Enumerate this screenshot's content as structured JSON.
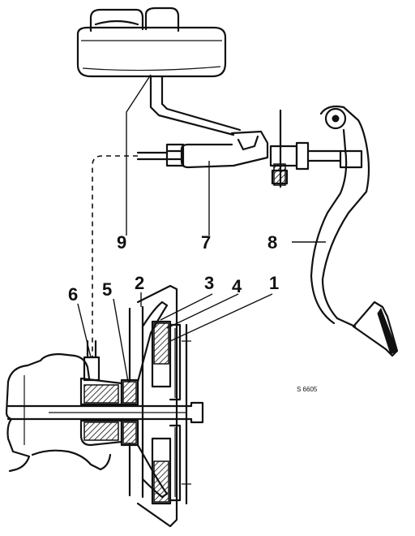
{
  "callouts": {
    "c1": "1",
    "c2": "2",
    "c3": "3",
    "c4": "4",
    "c5": "5",
    "c6": "6",
    "c7": "7",
    "c8": "8",
    "c9": "9"
  },
  "reference_code": "S 6605"
}
